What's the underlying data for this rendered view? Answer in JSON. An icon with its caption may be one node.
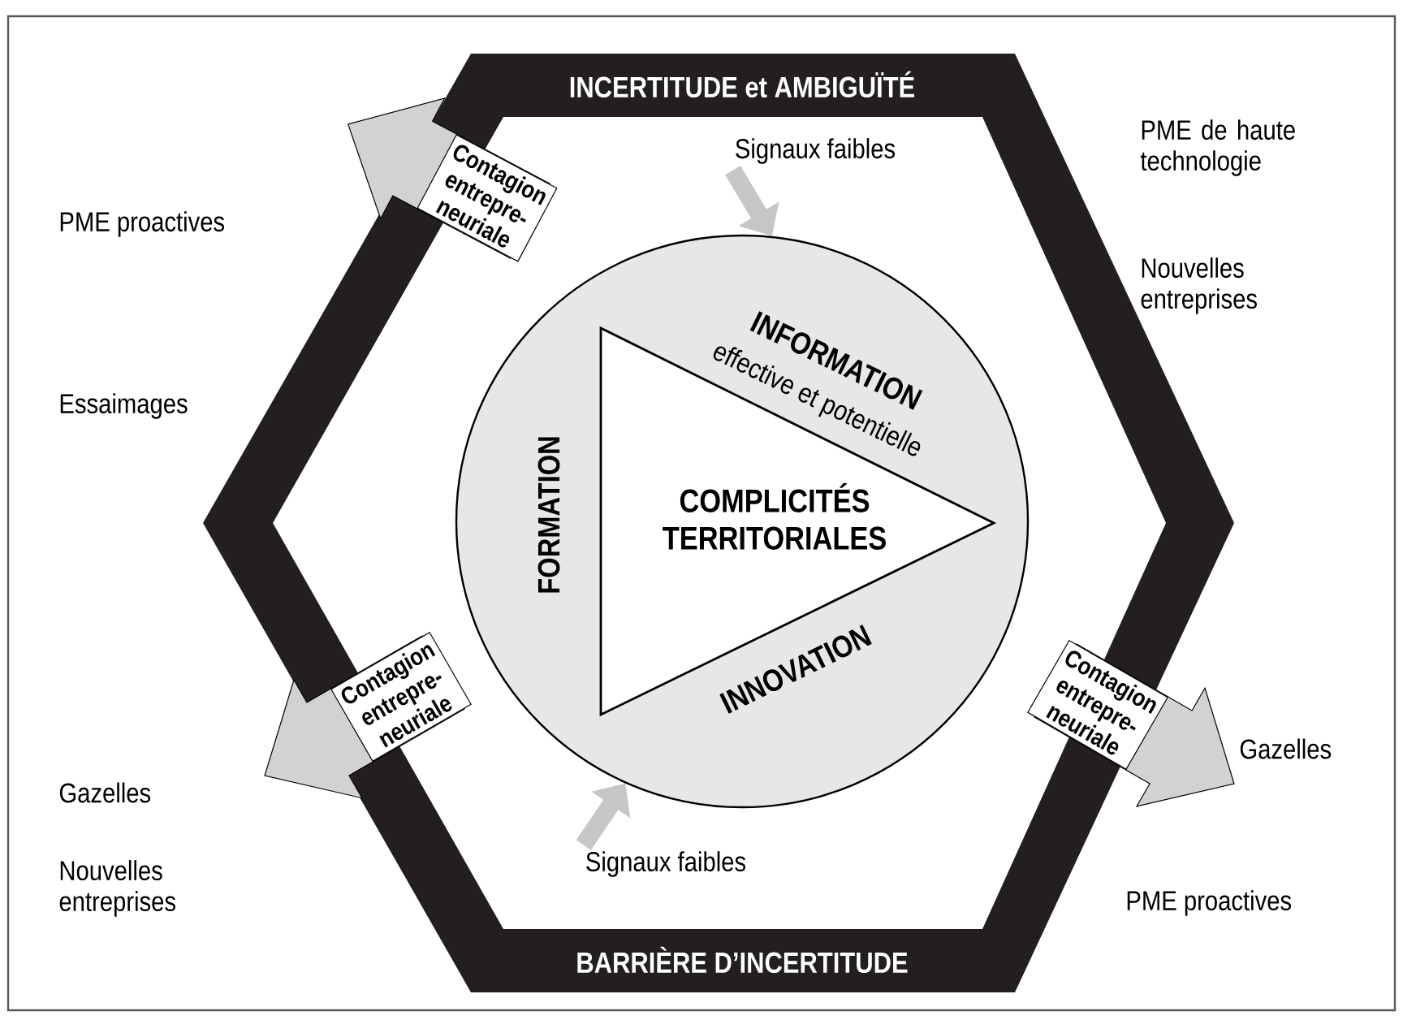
{
  "diagram": {
    "nodes": [
      {
        "text": [
          "INCERTITUDE et AMBIGUÏTÉ",
          "BARRIÈRE D’INCERTITUDE"
        ]
      },
      {
        "text": [
          "INFORMATION",
          "effective et potentielle",
          "FORMATION",
          "INNOVATION"
        ],
        "in": 0
      },
      {
        "text": [
          "COMPLICITÉS TERRITORIALES"
        ],
        "in": 1
      },
      {
        "text": [
          "Contagion entrepre- neuriale"
        ],
        "in": 0
      },
      {
        "text": [
          "Contagion entrepre- neuriale"
        ],
        "in": 0
      },
      {
        "text": [
          "Contagion entrepre- neuriale"
        ],
        "in": 0
      },
      {
        "text": [
          "Signaux faibles"
        ],
        "in": 0
      },
      {
        "text": [
          "Signaux faibles"
        ],
        "in": 0
      }
    ],
    "edges": [
      {
        "from": 6,
        "to": 1,
        "arrow": "to"
      },
      {
        "from": 7,
        "to": 1,
        "arrow": "to"
      }
    ],
    "labels": [
      "PME de haute technologie",
      "PME proactives",
      "Nouvelles entreprises",
      "Essaimages",
      "Gazelles",
      "Gazelles",
      "Nouvelles entreprises",
      "PME proactives"
    ]
  }
}
